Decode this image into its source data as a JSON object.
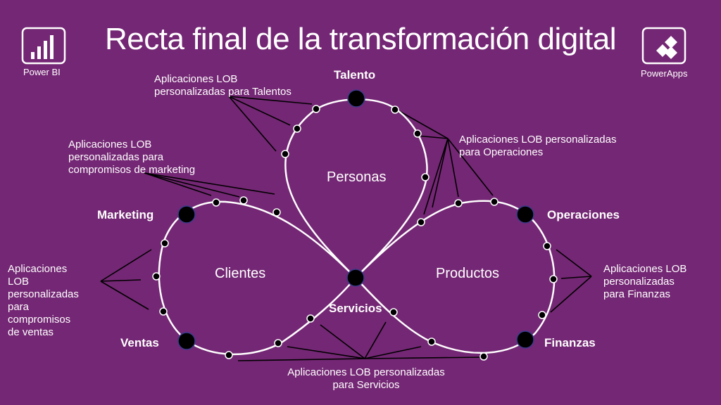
{
  "title": "Recta final de la transformación digital",
  "logos": {
    "left": {
      "label": "Power BI",
      "icon": "power-bi-icon"
    },
    "right": {
      "label": "PowerApps",
      "icon": "powerapps-icon"
    }
  },
  "nodes": {
    "talento": "Talento",
    "marketing": "Marketing",
    "operaciones": "Operaciones",
    "ventas": "Ventas",
    "finanzas": "Finanzas",
    "servicios": "Servicios"
  },
  "sections": {
    "personas": "Personas",
    "clientes": "Clientes",
    "productos": "Productos"
  },
  "callouts": {
    "talentos": "Aplicaciones LOB\npersonalizadas para Talentos",
    "marketing": "Aplicaciones LOB\npersonalizadas para\ncompromisos de marketing",
    "operaciones": "Aplicaciones LOB personalizadas\npara Operaciones",
    "ventas": "Aplicaciones\nLOB\npersonalizadas\npara\ncompromisos\nde ventas",
    "finanzas": "Aplicaciones LOB\npersonalizadas\npara Finanzas",
    "servicios": "Aplicaciones LOB personalizadas\npara Servicios"
  },
  "colors": {
    "background": "#742774",
    "line": "#ffffff",
    "node": "#000000",
    "node_border": "#2b2b6b"
  }
}
